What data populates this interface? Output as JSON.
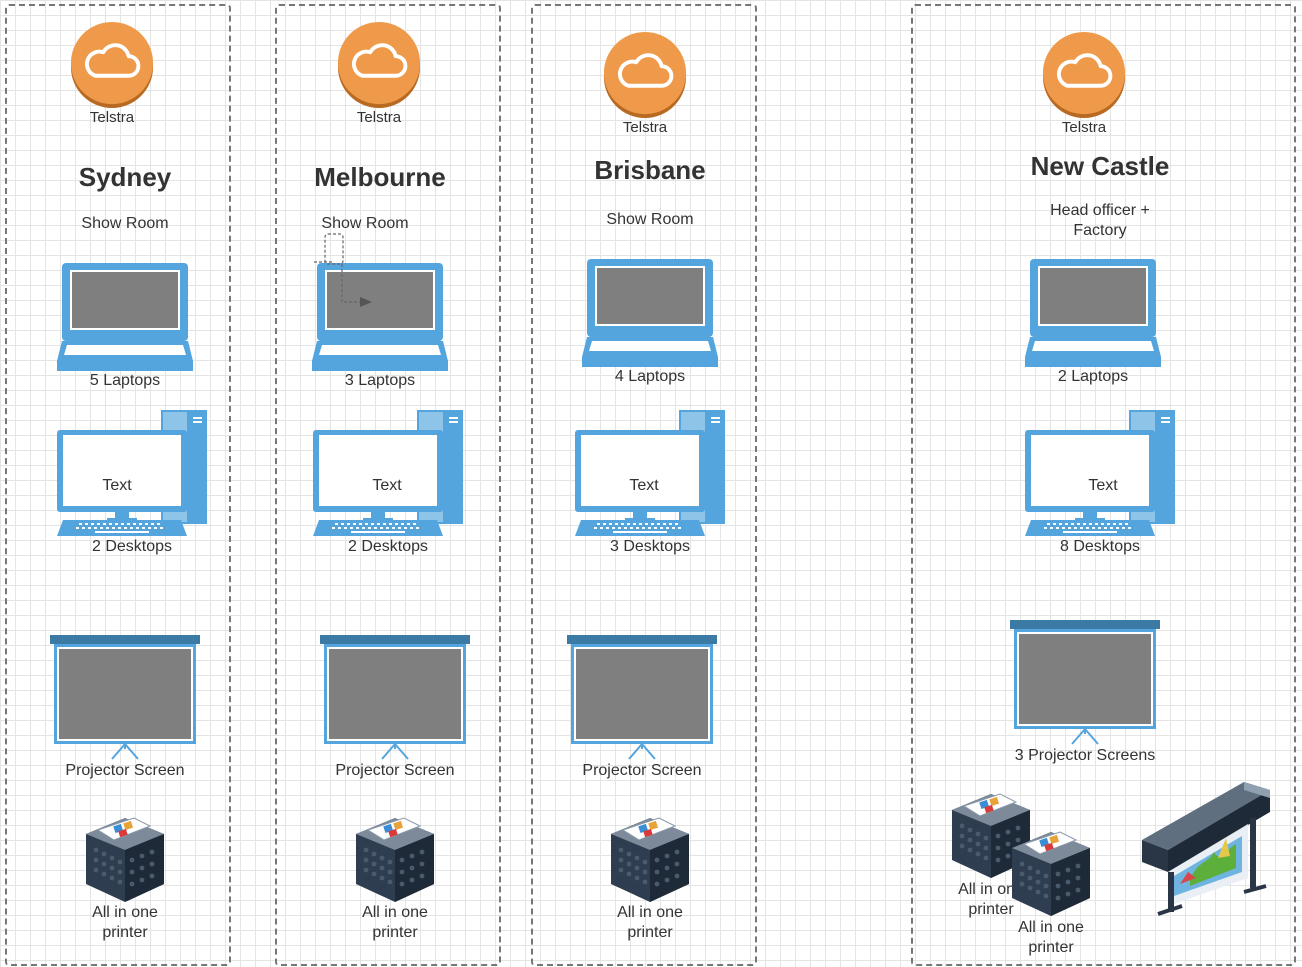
{
  "colors": {
    "cloud": "#EE9A4A",
    "device_blue": "#54A5DE",
    "screen_gray": "#7F7F7F",
    "projector_bar": "#3A7AA5"
  },
  "icons": {
    "cloud": "cloud-icon",
    "laptop": "laptop-icon",
    "desktop": "desktop-computer-icon",
    "projector": "projector-screen-icon",
    "printer": "all-in-one-printer-icon",
    "plotter": "large-format-printer-icon"
  },
  "locations": [
    {
      "isp": "Telstra",
      "city": "Sydney",
      "site_type": "Show Room",
      "laptops": "5 Laptops",
      "desktop_screen_text": "Text",
      "desktops": "2 Desktops",
      "projector": "Projector Screen",
      "printer": "All in one printer"
    },
    {
      "isp": "Telstra",
      "city": "Melbourne",
      "site_type": "Show Room",
      "laptops": "3 Laptops",
      "desktop_screen_text": "Text",
      "desktops": "2 Desktops",
      "projector": "Projector Screen",
      "printer": "All in one printer"
    },
    {
      "isp": "Telstra",
      "city": "Brisbane",
      "site_type": "Show Room",
      "laptops": "4 Laptops",
      "desktop_screen_text": "Text",
      "desktops": "3 Desktops",
      "projector": "Projector Screen",
      "printer": "All in one printer"
    },
    {
      "isp": "Telstra",
      "city": "New Castle",
      "site_type": "Head officer + Factory",
      "laptops": "2 Laptops",
      "desktop_screen_text": "Text",
      "desktops": "8 Desktops",
      "projector": "3 Projector Screens",
      "printer_a": "All in one printer",
      "printer_b": "All in one printer"
    }
  ]
}
